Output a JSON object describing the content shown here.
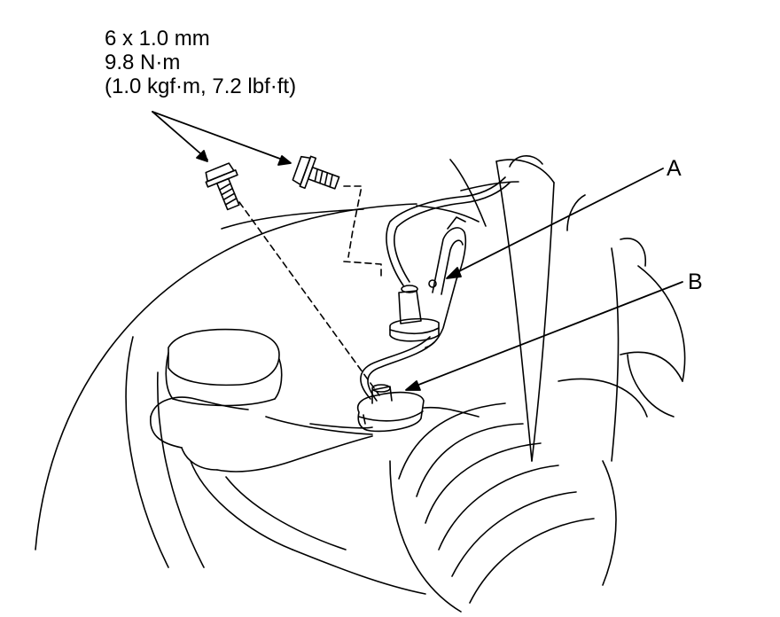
{
  "spec": {
    "line1": "6 x 1.0 mm",
    "line2": "9.8 N·m",
    "line3": "(1.0 kgf·m, 7.2 lbf·ft)"
  },
  "callouts": {
    "a": "A",
    "b": "B"
  }
}
